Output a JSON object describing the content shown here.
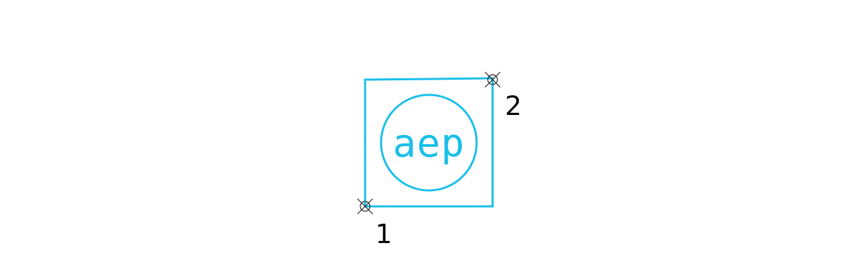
{
  "colors": {
    "accent": "#1ABFEA",
    "marker": "#222222",
    "label": "#000000",
    "background": "#FFFFFF"
  },
  "logo": {
    "text": "aep"
  },
  "points": [
    {
      "id": "1",
      "label": "1"
    },
    {
      "id": "2",
      "label": "2"
    }
  ]
}
